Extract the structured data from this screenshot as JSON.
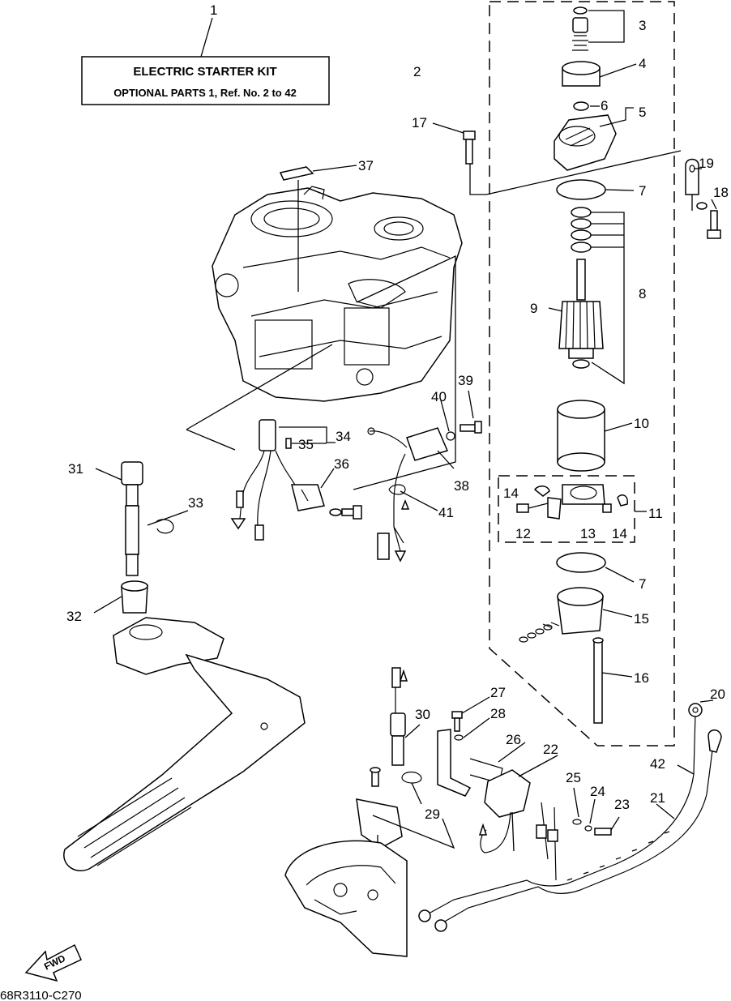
{
  "kit_label": {
    "title": "ELECTRIC  STARTER KIT",
    "subtitle": "OPTIONAL PARTS 1, Ref. No. 2 to 42"
  },
  "callouts": [
    {
      "id": "c1",
      "text": "1"
    },
    {
      "id": "c2",
      "text": "2"
    },
    {
      "id": "c3",
      "text": "3"
    },
    {
      "id": "c4",
      "text": "4"
    },
    {
      "id": "c5",
      "text": "5"
    },
    {
      "id": "c6",
      "text": "6"
    },
    {
      "id": "c7a",
      "text": "7"
    },
    {
      "id": "c7b",
      "text": "7"
    },
    {
      "id": "c8",
      "text": "8"
    },
    {
      "id": "c9",
      "text": "9"
    },
    {
      "id": "c10",
      "text": "10"
    },
    {
      "id": "c11",
      "text": "11"
    },
    {
      "id": "c12",
      "text": "12"
    },
    {
      "id": "c13",
      "text": "13"
    },
    {
      "id": "c14a",
      "text": "14"
    },
    {
      "id": "c14b",
      "text": "14"
    },
    {
      "id": "c15",
      "text": "15"
    },
    {
      "id": "c16",
      "text": "16"
    },
    {
      "id": "c17",
      "text": "17"
    },
    {
      "id": "c18",
      "text": "18"
    },
    {
      "id": "c19",
      "text": "19"
    },
    {
      "id": "c20",
      "text": "20"
    },
    {
      "id": "c21",
      "text": "21"
    },
    {
      "id": "c22",
      "text": "22"
    },
    {
      "id": "c23",
      "text": "23"
    },
    {
      "id": "c24",
      "text": "24"
    },
    {
      "id": "c25",
      "text": "25"
    },
    {
      "id": "c26",
      "text": "26"
    },
    {
      "id": "c27",
      "text": "27"
    },
    {
      "id": "c28",
      "text": "28"
    },
    {
      "id": "c29",
      "text": "29"
    },
    {
      "id": "c30",
      "text": "30"
    },
    {
      "id": "c31",
      "text": "31"
    },
    {
      "id": "c32",
      "text": "32"
    },
    {
      "id": "c33",
      "text": "33"
    },
    {
      "id": "c34",
      "text": "34"
    },
    {
      "id": "c35",
      "text": "35"
    },
    {
      "id": "c36",
      "text": "36"
    },
    {
      "id": "c37",
      "text": "37"
    },
    {
      "id": "c38",
      "text": "38"
    },
    {
      "id": "c39",
      "text": "39"
    },
    {
      "id": "c40",
      "text": "40"
    },
    {
      "id": "c41",
      "text": "41"
    },
    {
      "id": "c42",
      "text": "42"
    }
  ],
  "direction_badge": "FWD",
  "drawing_code": "68R3110-C270"
}
